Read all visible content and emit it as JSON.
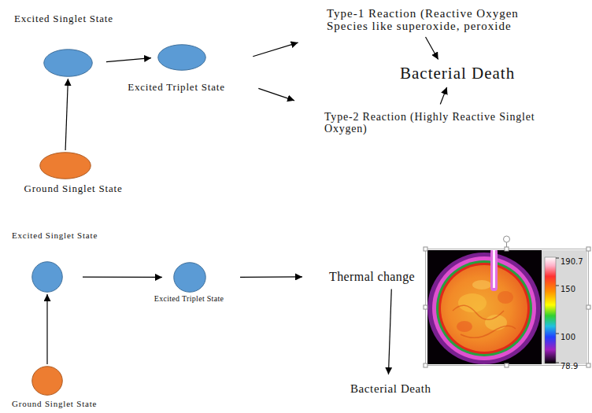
{
  "diagram": {
    "nodes": [
      {
        "text": [
          "Excited Singlet State"
        ]
      },
      {
        "text": [
          "Ground Singlet State"
        ]
      },
      {
        "text": [
          "Excited Triplet State"
        ]
      },
      {
        "text": [
          "Type-1 Reaction (Reactive Oxygen Species like superoxide, peroxide"
        ]
      },
      {
        "text": [
          "Type-2 Reaction (Highly Reactive Singlet Oxygen)"
        ]
      },
      {
        "text": [
          "Bacterial Death"
        ]
      },
      {
        "text": [
          "Excited Singlet State"
        ]
      },
      {
        "text": [
          "Ground Singlet State"
        ]
      },
      {
        "text": [
          "Excited Triplet State"
        ]
      },
      {
        "text": [
          "Thermal change"
        ]
      },
      {
        "text": [
          "Bacterial Death"
        ]
      }
    ],
    "edges": [
      {
        "from": 1,
        "to": 0,
        "arrow": "to"
      },
      {
        "from": 0,
        "to": 2,
        "arrow": "to"
      },
      {
        "from": 2,
        "to": 3,
        "arrow": "to"
      },
      {
        "from": 2,
        "to": 4,
        "arrow": "to"
      },
      {
        "from": 3,
        "to": 5,
        "arrow": "to"
      },
      {
        "from": 4,
        "to": 5,
        "arrow": "to"
      },
      {
        "from": 7,
        "to": 6,
        "arrow": "to"
      },
      {
        "from": 6,
        "to": 8,
        "arrow": "to"
      },
      {
        "from": 8,
        "to": 9,
        "arrow": "to"
      },
      {
        "from": 9,
        "to": 10,
        "arrow": "to"
      }
    ],
    "labels": [
      "190.7",
      "150",
      "100",
      "78.9"
    ]
  }
}
